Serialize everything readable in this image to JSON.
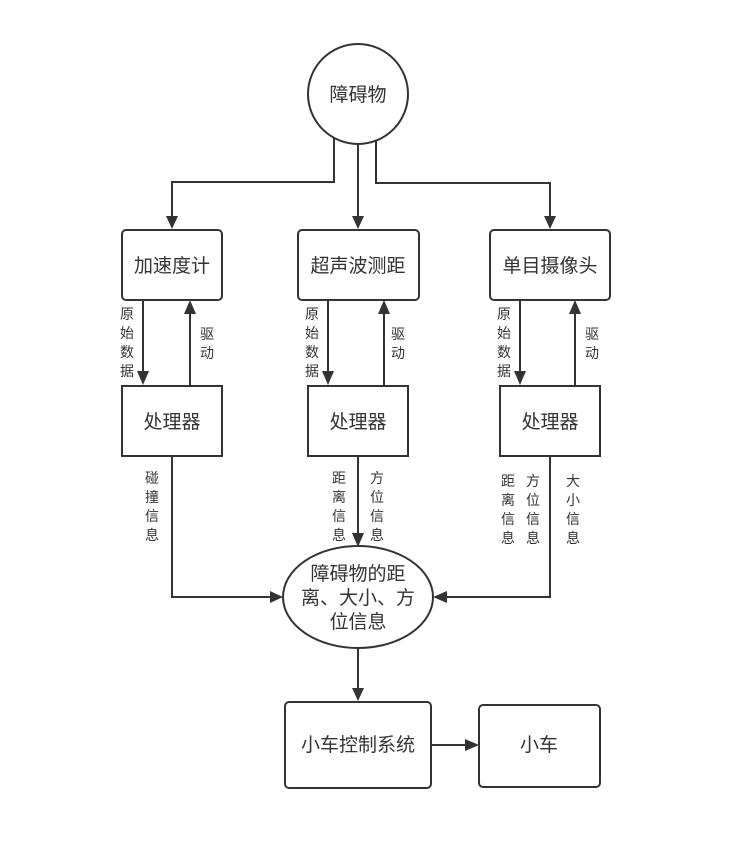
{
  "diagram": {
    "nodes": {
      "obstacle": "障碍物",
      "accelerometer": "加速度计",
      "ultrasonic": "超声波测距",
      "camera": "单目摄像头",
      "processor_1": "处理器",
      "processor_2": "处理器",
      "processor_3": "处理器",
      "fusion": [
        "障碍物的距",
        "离、大小、方",
        "位信息"
      ],
      "control_system": "小车控制系统",
      "car": "小车"
    },
    "edge_labels": {
      "raw_data_1": "原始数据",
      "drive_1": "驱动",
      "raw_data_2": "原始数据",
      "drive_2": "驱动",
      "raw_data_3": "原始数据",
      "drive_3": "驱动",
      "collision_info": "碰撞信息",
      "distance_info_2": "距离信息",
      "direction_info_2": "方位信息",
      "distance_info_3": "距离信息",
      "direction_info_3": "方位信息",
      "size_info_3": "大小信息"
    }
  }
}
